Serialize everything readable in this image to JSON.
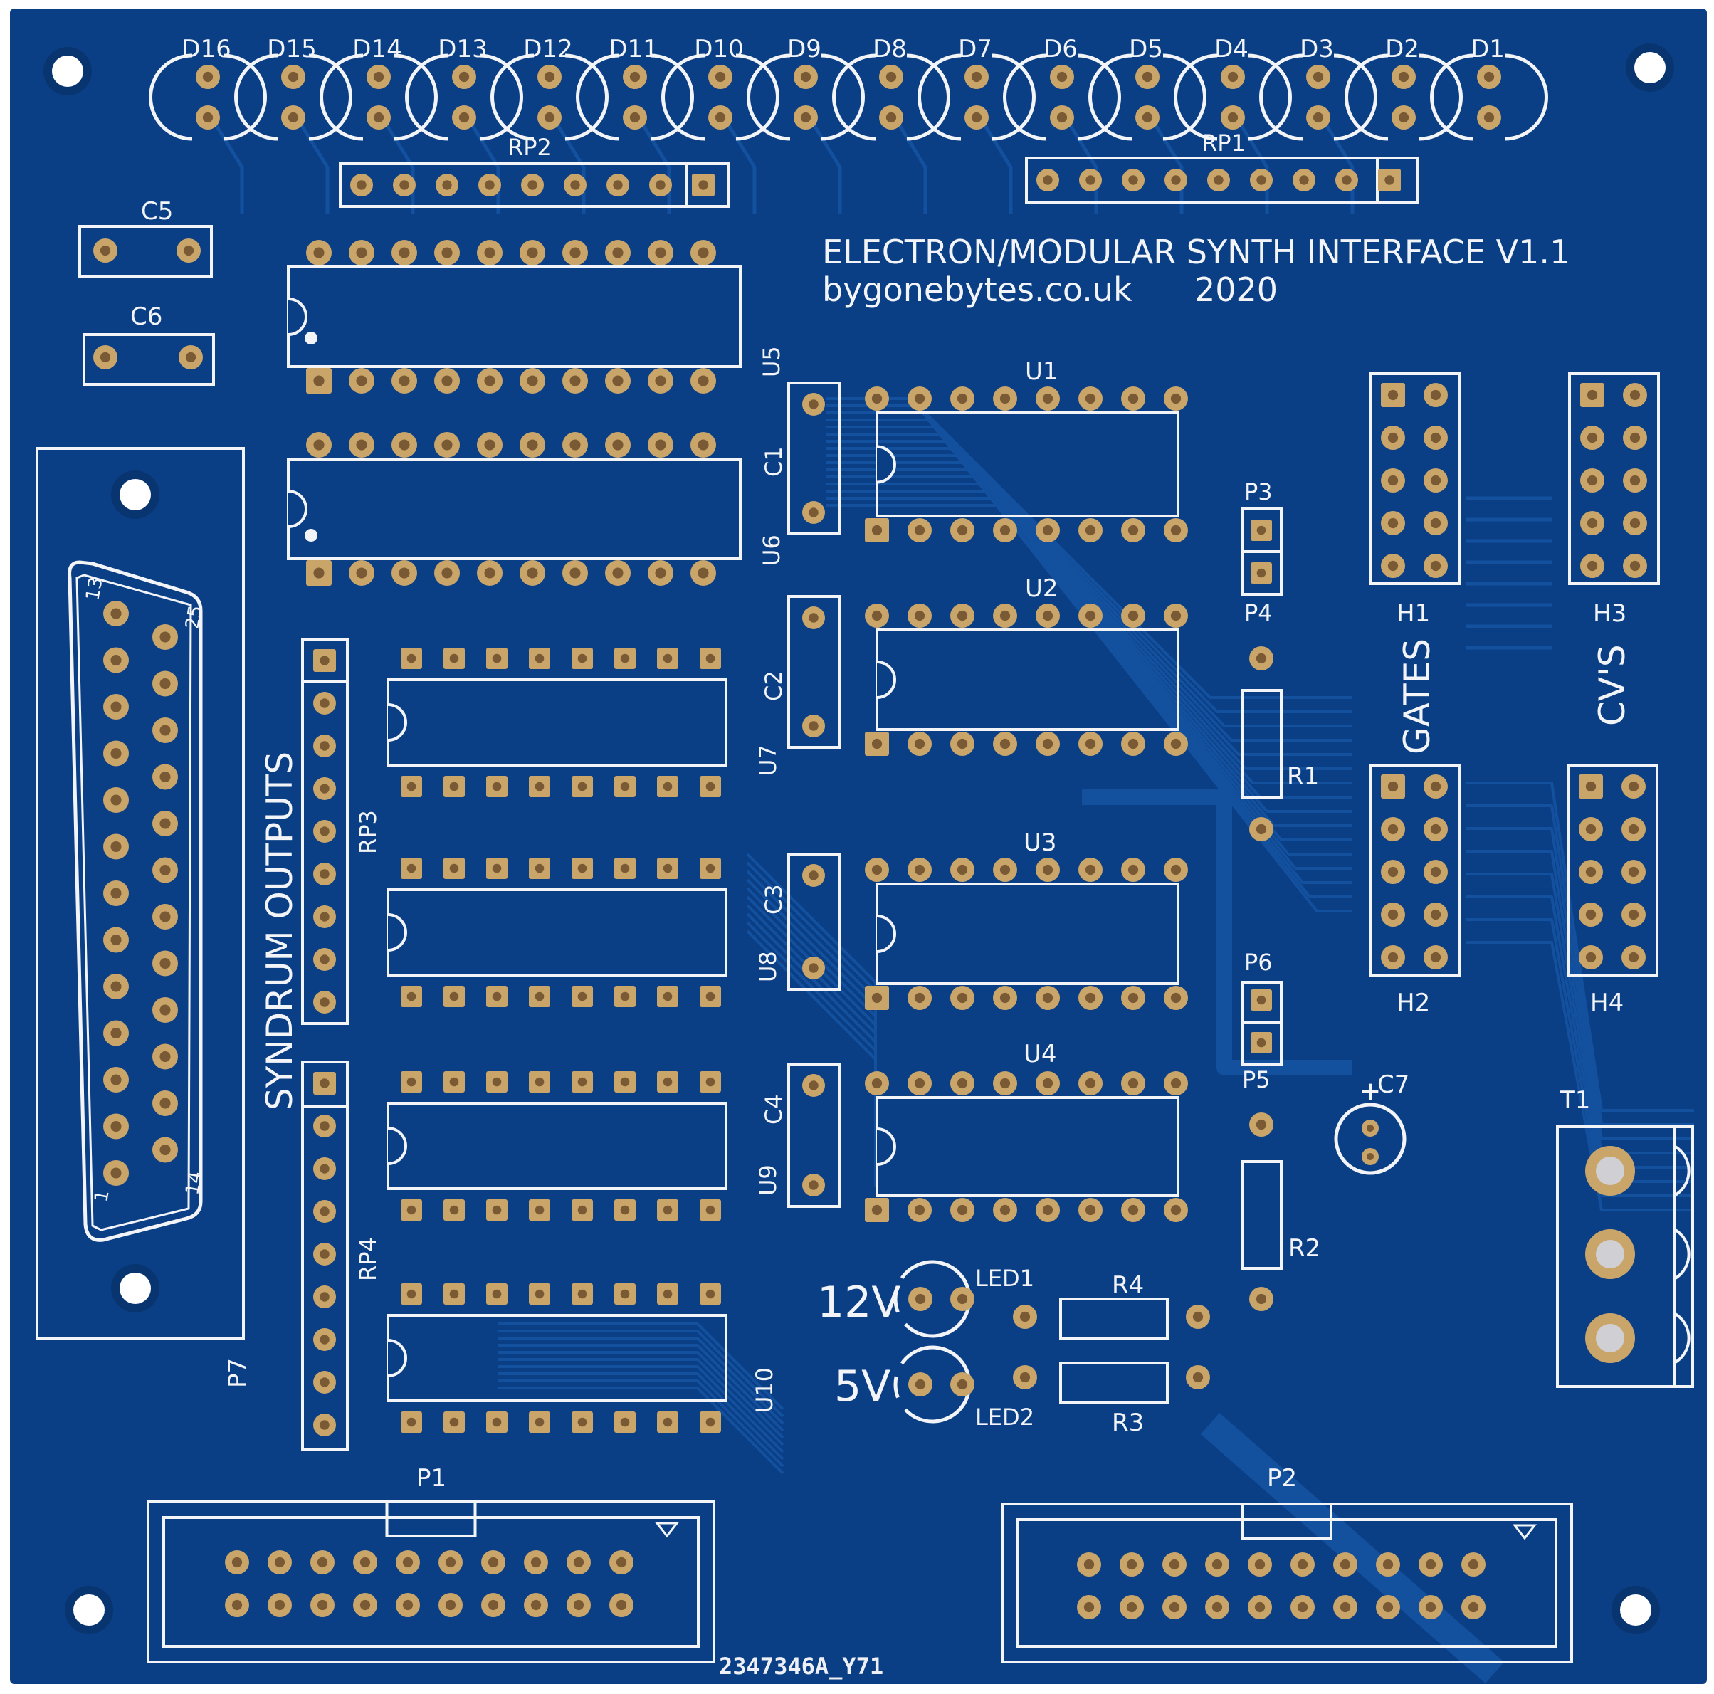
{
  "board": {
    "title": "ELECTRON/MODULAR SYNTH INTERFACE V1.1",
    "subtitle_site": "bygonebytes.co.uk",
    "subtitle_year": "2020",
    "serial": "2347346A_Y71",
    "colors": {
      "mask": "#0b3f85",
      "mask_dark": "#083470",
      "trace": "#13509e",
      "silk": "#f2f4f8",
      "pad": "#c9a56a",
      "pad_hole": "#7a5a34",
      "background": "#ffffff"
    }
  },
  "leds": [
    "D16",
    "D15",
    "D14",
    "D13",
    "D12",
    "D11",
    "D10",
    "D9",
    "D8",
    "D7",
    "D6",
    "D5",
    "D4",
    "D3",
    "D2",
    "D1"
  ],
  "labels": {
    "rp1": "RP1",
    "rp2": "RP2",
    "rp3": "RP3",
    "rp4": "RP4",
    "c1": "C1",
    "c2": "C2",
    "c3": "C3",
    "c4": "C4",
    "c5": "C5",
    "c6": "C6",
    "c7": "C7",
    "u1": "U1",
    "u2": "U2",
    "u3": "U3",
    "u4": "U4",
    "u5": "U5",
    "u6": "U6",
    "u7": "U7",
    "u8": "U8",
    "u9": "U9",
    "u10": "U10",
    "p1": "P1",
    "p2": "P2",
    "p3": "P3",
    "p4": "P4",
    "p5": "P5",
    "p6": "P6",
    "p7": "P7",
    "r1": "R1",
    "r2": "R2",
    "r3": "R3",
    "r4": "R4",
    "h1": "H1",
    "h2": "H2",
    "h3": "H3",
    "h4": "H4",
    "t1": "T1",
    "gates": "GATES",
    "cvs": "CV'S",
    "syndrum": "SYNDRUM OUTPUTS",
    "led1": "LED1",
    "led2": "LED2",
    "v12": "12V",
    "v5": "5V",
    "db_13": "13",
    "db_25": "25",
    "db_1": "1",
    "db_14": "14",
    "c7_plus": "+"
  }
}
